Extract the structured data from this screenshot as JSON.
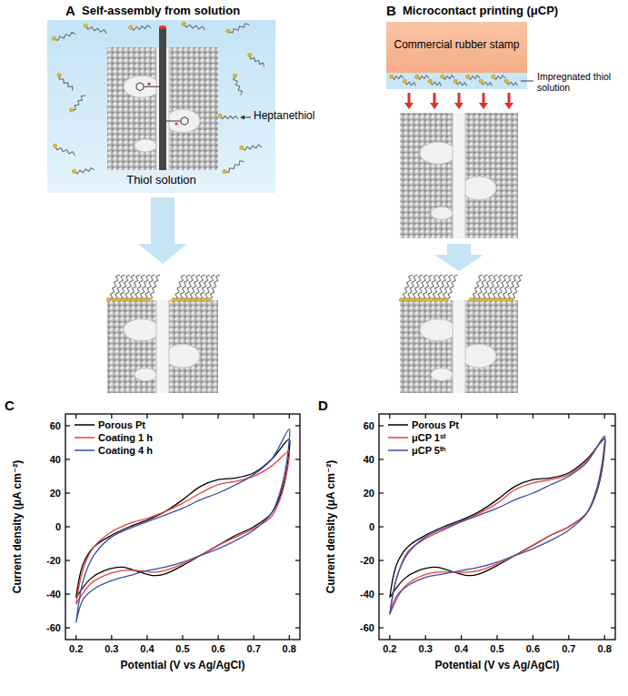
{
  "diagram": {
    "nodes": [
      {
        "text": [
          "Thiol solution"
        ]
      },
      {
        "text": [
          "Commercial rubber stamp"
        ]
      }
    ],
    "labels": [
      "A",
      "Self-assembly from solution",
      "B",
      "Microcontact printing (μCP)",
      "Heptanethiol",
      "Impregnated thiol solution",
      "C",
      "60",
      "40",
      "20",
      "0",
      "-20",
      "-40",
      "-60",
      "0.2",
      "0.3",
      "0.4",
      "0.5",
      "0.6",
      "0.7",
      "0.8",
      "Current density (μA cm⁻²)",
      "Potential (V vs Ag/AgCl)",
      "D",
      "60",
      "40",
      "20",
      "0",
      "-20",
      "-40",
      "-60",
      "0.2",
      "0.3",
      "0.4",
      "0.5",
      "0.6",
      "0.7",
      "0.8",
      "Current density (μA cm⁻²)",
      "Potential (V vs Ag/AgCl)"
    ],
    "legend": [
      {
        "text": "Porous Pt"
      },
      {
        "text": "Coating 1 h"
      },
      {
        "text": "Coating 4 h"
      },
      {
        "text": "Porous Pt"
      },
      {
        "text": "μCP 1ˢᵗ"
      },
      {
        "text": "μCP 5ᵗʰ"
      }
    ]
  }
}
